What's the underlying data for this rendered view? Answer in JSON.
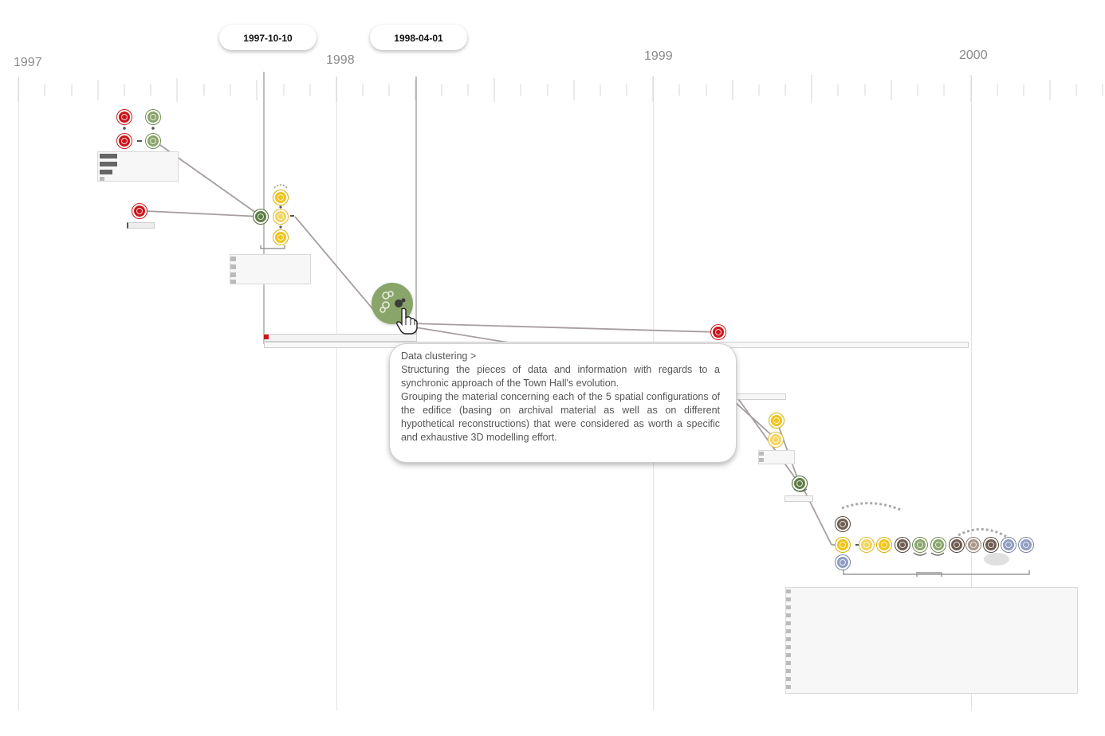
{
  "timeline": {
    "years": [
      "1997",
      "1998",
      "1999",
      "2000"
    ],
    "selection_start": "1997-10-10",
    "selection_end": "1998-04-01"
  },
  "tooltip": {
    "title": "Data clustering >",
    "line1": "Structuring the pieces of data and information with regards to a synchronic approach of the Town Hall's evolution.",
    "line2": "Grouping the material concerning each of the 5 spatial configurations of the edifice (basing on archival material as well as on different hypothetical reconstructions) that were considered as worth a specific and exhaustive 3D modelling effort."
  },
  "colors": {
    "red": "#c8171c",
    "green": "#8aa56a",
    "dark_green": "#5f7d45",
    "yellow": "#f0c419",
    "brown": "#6f5d52",
    "blue_grey": "#8f9dc2",
    "link": "#a79e9e"
  },
  "icons": [
    "stack-icon",
    "hand-icon",
    "person-icon",
    "document-icon",
    "cluster-icon",
    "pointer-hand-icon",
    "hierarchy-icon",
    "pencil-icon",
    "cube-icon",
    "monitor-icon"
  ]
}
